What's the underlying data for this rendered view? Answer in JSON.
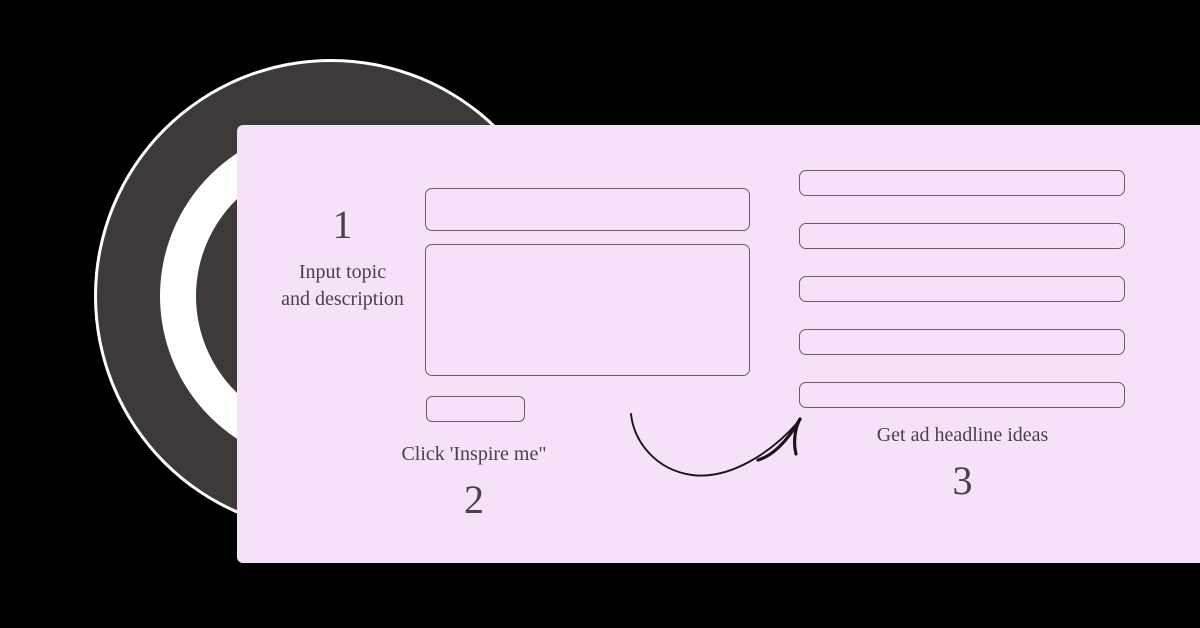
{
  "canvas": {
    "background_color": "#000000",
    "panel_color": "#f6e2f8",
    "circle_dark_color": "#3e3a3a",
    "circle_ring_color": "#ffffff",
    "text_color": "#4a4048",
    "field_border_color": "#6b5a68"
  },
  "steps": [
    {
      "number": "1",
      "caption_line1": "Input topic",
      "caption_line2": "and description"
    },
    {
      "number": "2",
      "caption": "Click 'Inspire me\""
    },
    {
      "number": "3",
      "caption": "Get ad headline ideas"
    }
  ],
  "form": {
    "topic_input": {
      "value": "",
      "placeholder": ""
    },
    "description_textarea": {
      "value": "",
      "placeholder": ""
    },
    "inspire_button_label": ""
  },
  "results": {
    "items": [
      {
        "text": ""
      },
      {
        "text": ""
      },
      {
        "text": ""
      },
      {
        "text": ""
      },
      {
        "text": ""
      }
    ]
  },
  "arrow": {
    "name": "curved-arrow",
    "color": "#1a1419"
  }
}
